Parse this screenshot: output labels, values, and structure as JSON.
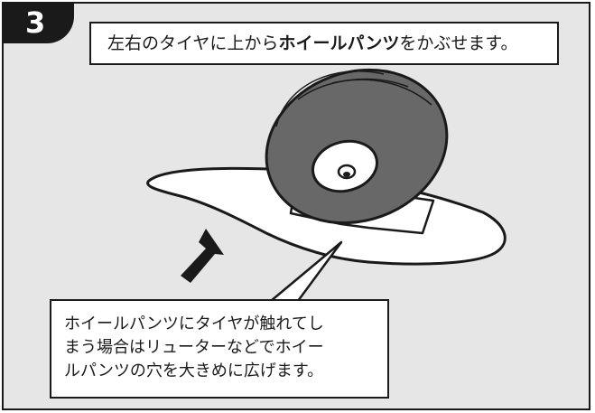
{
  "step": {
    "number": "3"
  },
  "instruction": {
    "prefix": "左右のタイヤに上から",
    "emphasis": "ホイールパンツ",
    "suffix": "をかぶせます。"
  },
  "note": {
    "lines": [
      "ホイールパンツにタイヤが触れてし",
      "まう場合はリューターなどでホイー",
      "ルパンツの穴を大きめに広げます。"
    ]
  },
  "colors": {
    "panel_bg": "#e6e6e6",
    "ink": "#1a1a1a",
    "tire": "#686868"
  },
  "icons": [
    "upward-arrow-icon",
    "tire-illustration",
    "wheel-pants-illustration"
  ]
}
